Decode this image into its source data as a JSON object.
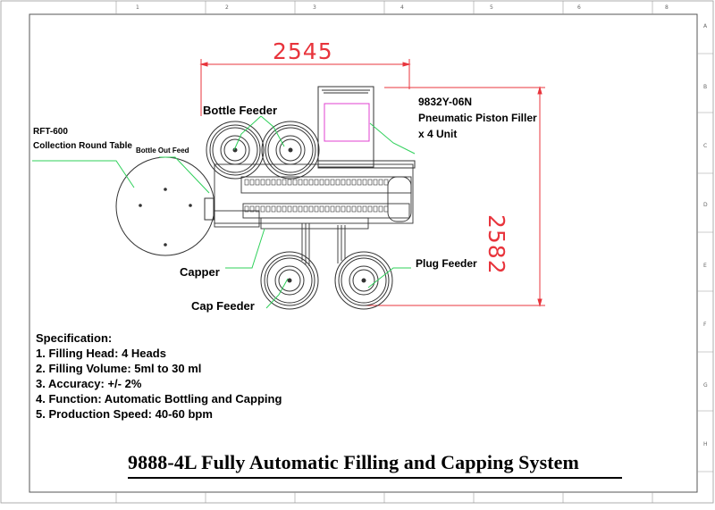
{
  "labels": {
    "bottle_feeder": "Bottle Feeder",
    "rft_model": "RFT-600",
    "collection_round_table": "Collection Round Table",
    "bottle_out_feed": "Bottle Out Feed",
    "filler_model": "9832Y-06N",
    "filler_name": "Pneumatic Piston Filler",
    "filler_units": "x 4 Unit",
    "capper": "Capper",
    "cap_feeder": "Cap Feeder",
    "plug_feeder": "Plug Feeder"
  },
  "dimensions": {
    "width": "2545",
    "height": "2582"
  },
  "specification": {
    "heading": "Specification:",
    "items": [
      "1. Filling Head: 4 Heads",
      "2. Filling Volume: 5ml to 30 ml",
      "3. Accuracy: +/- 2%",
      "4. Function: Automatic Bottling and Capping",
      "5. Production Speed: 40-60 bpm"
    ]
  },
  "title": "9888-4L Fully Automatic Filling and Capping System",
  "border_ticks": {
    "columns": [
      "1",
      "2",
      "3",
      "4",
      "5",
      "6",
      "8"
    ],
    "rows": [
      "A",
      "B",
      "C",
      "D",
      "E",
      "F",
      "G",
      "H"
    ]
  },
  "colors": {
    "dimension": "#e8343c",
    "leader": "#2fd05a",
    "filler_box": "#e040d0",
    "drawing": "#333333"
  }
}
